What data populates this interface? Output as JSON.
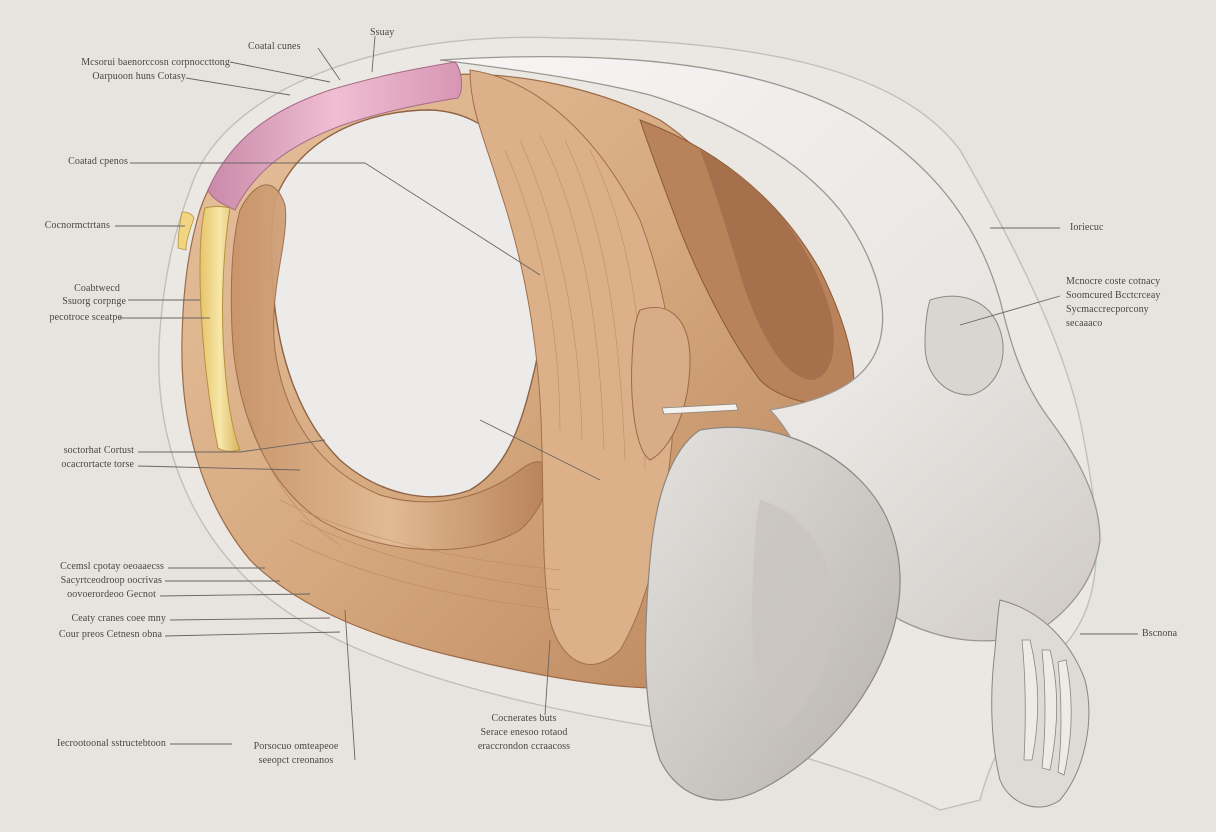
{
  "labels": {
    "top_left_1": "Mcsorui baenorccosn corpnoccttong",
    "top_left_2": "Oarpuoon huns Cotasy",
    "top_center": "Coatal cunes",
    "top_right_small": "Ssuay",
    "left_1": "Coatad cpenos",
    "left_2": "Cocnormctrtans",
    "left_3a": "Coabtwecd",
    "left_3b": "Ssuorg corpnge",
    "left_3c": "pecotroce sceatpe",
    "mid_left_1": "soctorhat Cortust",
    "mid_left_2": "ocacrortacte torse",
    "lower_left_1": "Ccemsl cpotay oeoaaecss",
    "lower_left_2": "Sacyrtceodroop oocrivas",
    "lower_left_3": "oovoerordeoo Gecnot",
    "lower_left_4": "Ceaty cranes coee mny",
    "lower_left_5": "Cour preos Cetnesn obna",
    "bottom_1": "Iecrootoonal sstructebtoon",
    "bottom_2a": "Porsocuo omteapeoe",
    "bottom_2b": "seeopct creonanos",
    "bottom_3a": "Cocnerates buts",
    "bottom_3b": "Serace enesoo rotaod",
    "bottom_3c": "eraccrondon ccraacoss",
    "right_1": "Ioriecuc",
    "right_2a": "Mcnocre coste cotnacy",
    "right_2b": "Soomcured Bcctcrceay",
    "right_2c": "Sycmaccrecporcony",
    "right_2d": "secaaaco",
    "right_3": "Bscnona"
  },
  "colors": {
    "background": "#e6e4df",
    "muscle": "#d9b08a",
    "muscle_dark": "#a9734e",
    "bone": "#efedeb",
    "cartilage_pink": "#e2a9c3",
    "cartilage_yellow": "#f0d98c",
    "leader_line": "#6b6560"
  }
}
